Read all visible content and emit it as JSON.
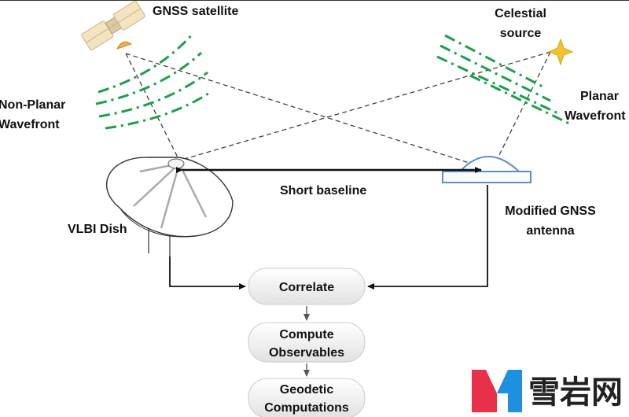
{
  "labels": {
    "gnss_satellite": "GNSS satellite",
    "celestial_source_1": "Celestial",
    "celestial_source_2": "source",
    "non_planar_1": "Non-Planar",
    "non_planar_2": "Wavefront",
    "planar_1": "Planar",
    "planar_2": "Wavefront",
    "short_baseline": "Short baseline",
    "vlbi_dish": "VLBI Dish",
    "modified_gnss_1": "Modified GNSS",
    "modified_gnss_2": "antenna"
  },
  "process": {
    "correlate": "Correlate",
    "compute_1": "Compute",
    "compute_2": "Observables",
    "geodetic_1": "Geodetic",
    "geodetic_2": "Computations"
  },
  "watermark": {
    "text": "雪岩网"
  },
  "colors": {
    "wavefront": "#1f9d4a",
    "antenna": "#5b8fc9",
    "satellite_body": "#f3e3bf",
    "satellite_dish": "#e8b14a",
    "star": "#f2c230",
    "box_fill": "#eeeeee",
    "logo_red": "#e8304a",
    "logo_blue": "#1f8fe0"
  }
}
